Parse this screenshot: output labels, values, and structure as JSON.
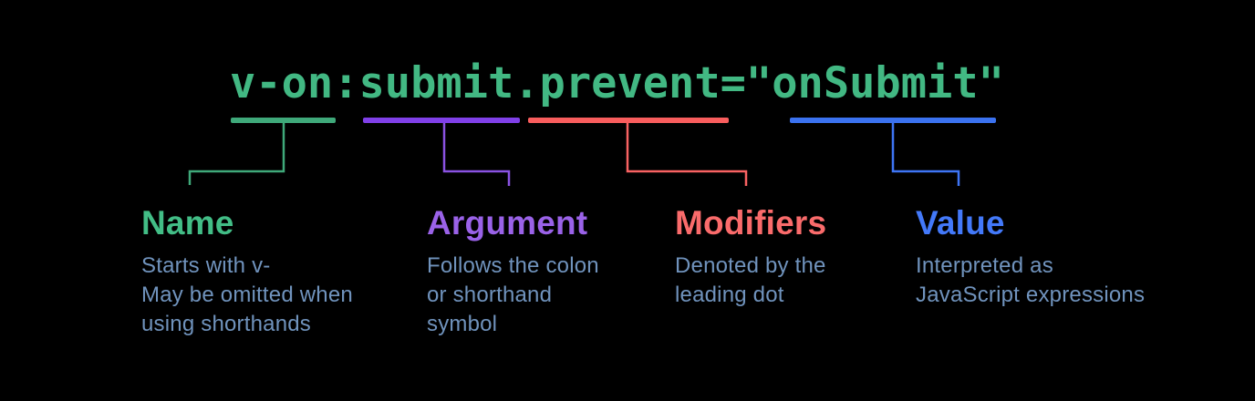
{
  "background_color": "#000000",
  "code": {
    "text": "v-on:submit.prevent=\"onSubmit\"",
    "color": "#42b883"
  },
  "description_text_color": "#7093bd",
  "groups": [
    {
      "name": "Name",
      "bar_color": "#3fa97a",
      "line_color": "#3fa97a",
      "label_color": "#42bd86",
      "desc": [
        "Starts with v-",
        "May be omitted when",
        "using shorthands"
      ]
    },
    {
      "name": "Argument",
      "bar_color": "#8040e8",
      "line_color": "#8a52e2",
      "label_color": "#9a62e8",
      "desc": [
        "Follows the colon",
        "or shorthand",
        "symbol"
      ]
    },
    {
      "name": "Modifiers",
      "bar_color": "#f95d5d",
      "line_color": "#f96262",
      "label_color": "#fa6b6b",
      "desc": [
        "Denoted by the",
        "leading dot"
      ]
    },
    {
      "name": "Value",
      "bar_color": "#3b72f0",
      "line_color": "#3e75f5",
      "label_color": "#4379fa",
      "desc": [
        "Interpreted as",
        "JavaScript expressions"
      ]
    }
  ]
}
